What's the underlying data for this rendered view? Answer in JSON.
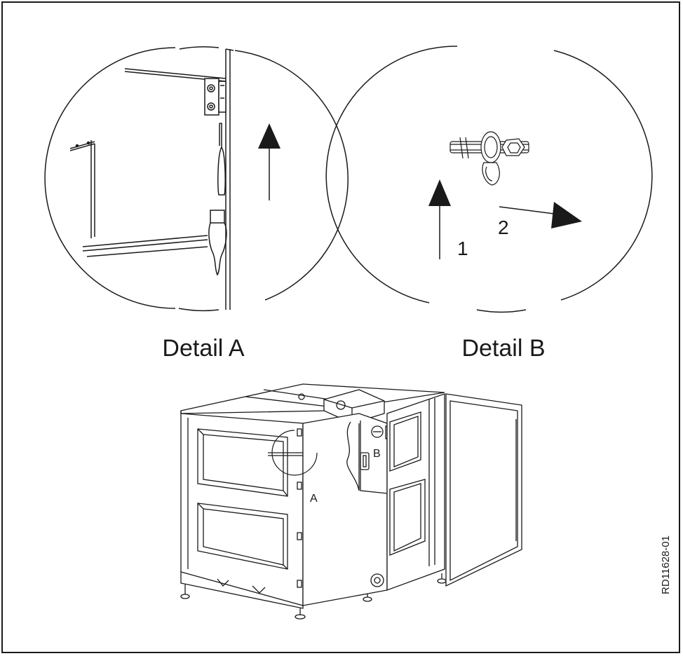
{
  "detail_a": {
    "title": "Detail A"
  },
  "detail_b": {
    "title": "Detail B",
    "step_1": "1",
    "step_2": "2"
  },
  "unit_callouts": {
    "a": "A",
    "b": "B"
  },
  "drawing_id": "RD11628-01",
  "colors": {
    "line": "#1a1a1a",
    "background": "#ffffff"
  }
}
